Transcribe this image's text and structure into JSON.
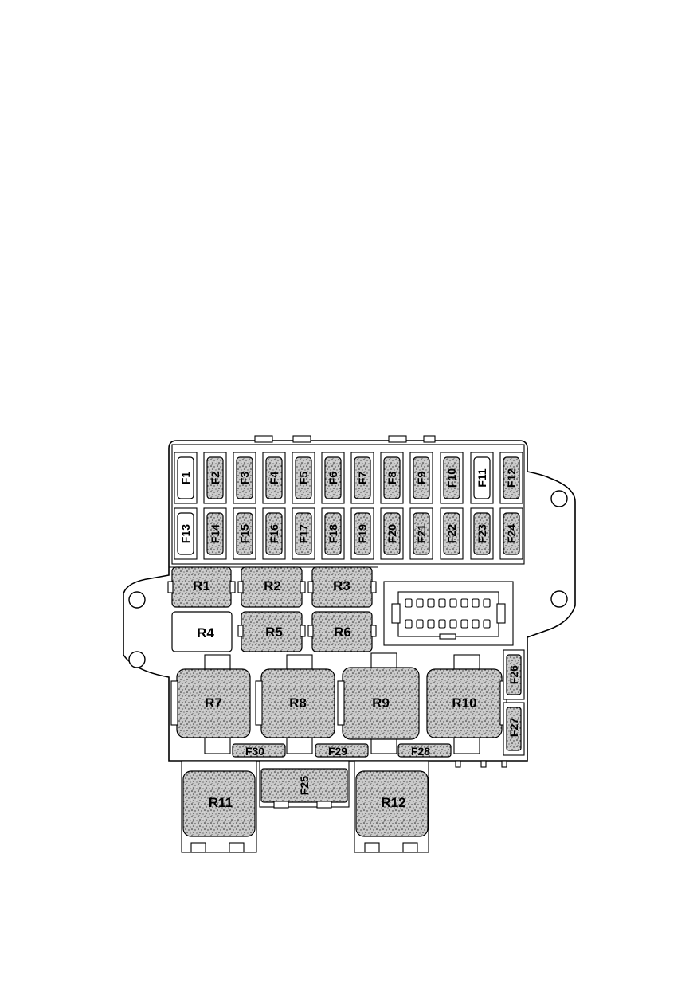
{
  "fuses": {
    "F1": "F1",
    "F2": "F2",
    "F3": "F3",
    "F4": "F4",
    "F5": "F5",
    "F6": "F6",
    "F7": "F7",
    "F8": "F8",
    "F9": "F9",
    "F10": "F10",
    "F11": "F11",
    "F12": "F12",
    "F13": "F13",
    "F14": "F14",
    "F15": "F15",
    "F16": "F16",
    "F17": "F17",
    "F18": "F18",
    "F19": "F19",
    "F20": "F20",
    "F21": "F21",
    "F22": "F22",
    "F23": "F23",
    "F24": "F24",
    "F25": "F25",
    "F26": "F26",
    "F27": "F27",
    "F28": "F28",
    "F29": "F29",
    "F30": "F30"
  },
  "relays": {
    "R1": "R1",
    "R2": "R2",
    "R3": "R3",
    "R4": "R4",
    "R5": "R5",
    "R6": "R6",
    "R7": "R7",
    "R8": "R8",
    "R9": "R9",
    "R10": "R10",
    "R11": "R11",
    "R12": "R12"
  }
}
